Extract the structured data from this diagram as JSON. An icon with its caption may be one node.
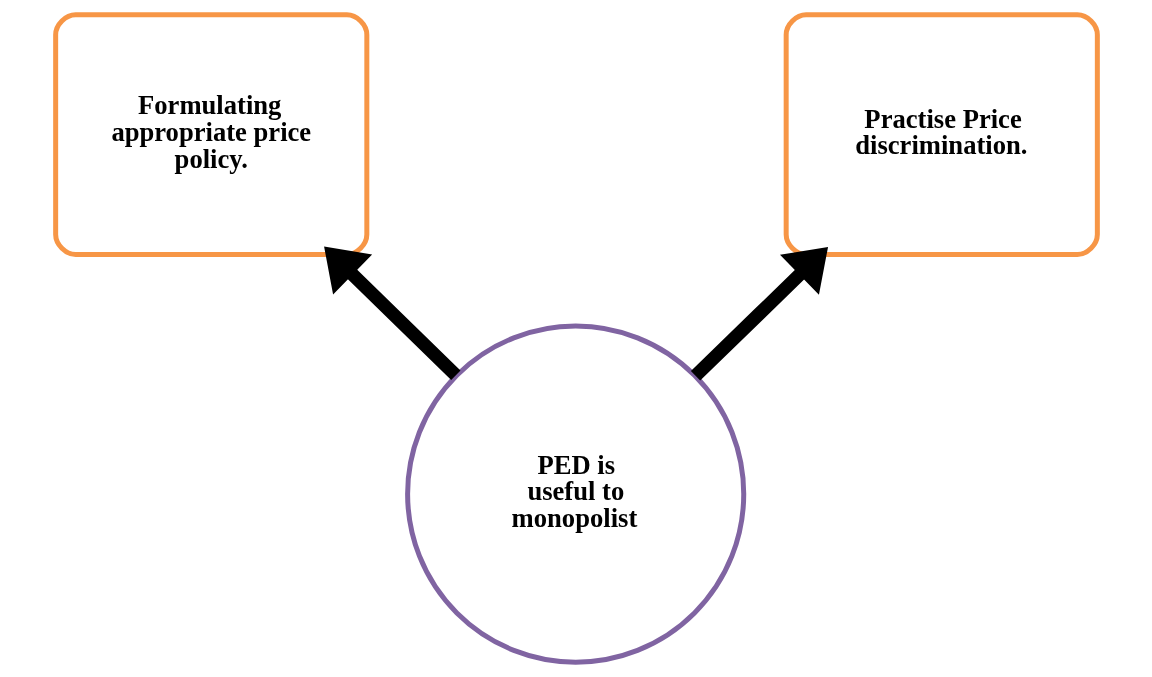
{
  "diagram": {
    "nodes": [
      {
        "text": [
          "Formulating appropriate price policy."
        ]
      },
      {
        "text": [
          "Practise Price discrimination."
        ]
      },
      {
        "text": [
          "PED is useful to monopolist"
        ]
      }
    ],
    "edges": [
      {
        "from": 2,
        "to": 0,
        "arrow": "to"
      },
      {
        "from": 2,
        "to": 1,
        "arrow": "to"
      }
    ]
  }
}
